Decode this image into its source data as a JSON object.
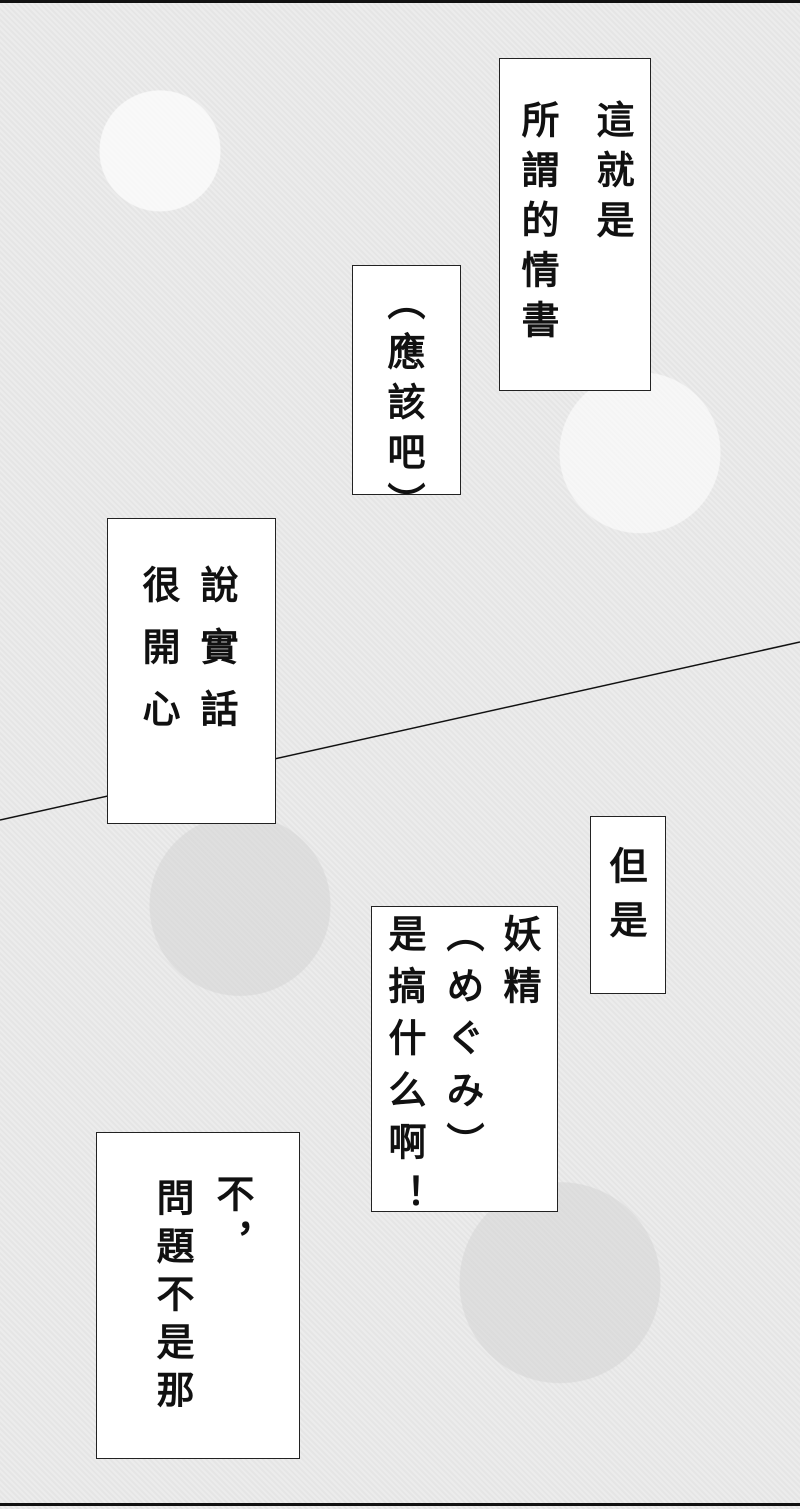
{
  "bubbles": [
    {
      "columns": [
        "這就是",
        "所謂的情書"
      ]
    },
    {
      "columns": [
        "（應該吧）"
      ]
    },
    {
      "columns": [
        "說實話",
        "很開心"
      ]
    },
    {
      "columns": [
        "但是"
      ]
    },
    {
      "columns": [
        "妖精",
        "（めぐみ）",
        "是搞什么啊！"
      ]
    },
    {
      "columns": [
        "不，",
        "問題不是那"
      ]
    }
  ]
}
